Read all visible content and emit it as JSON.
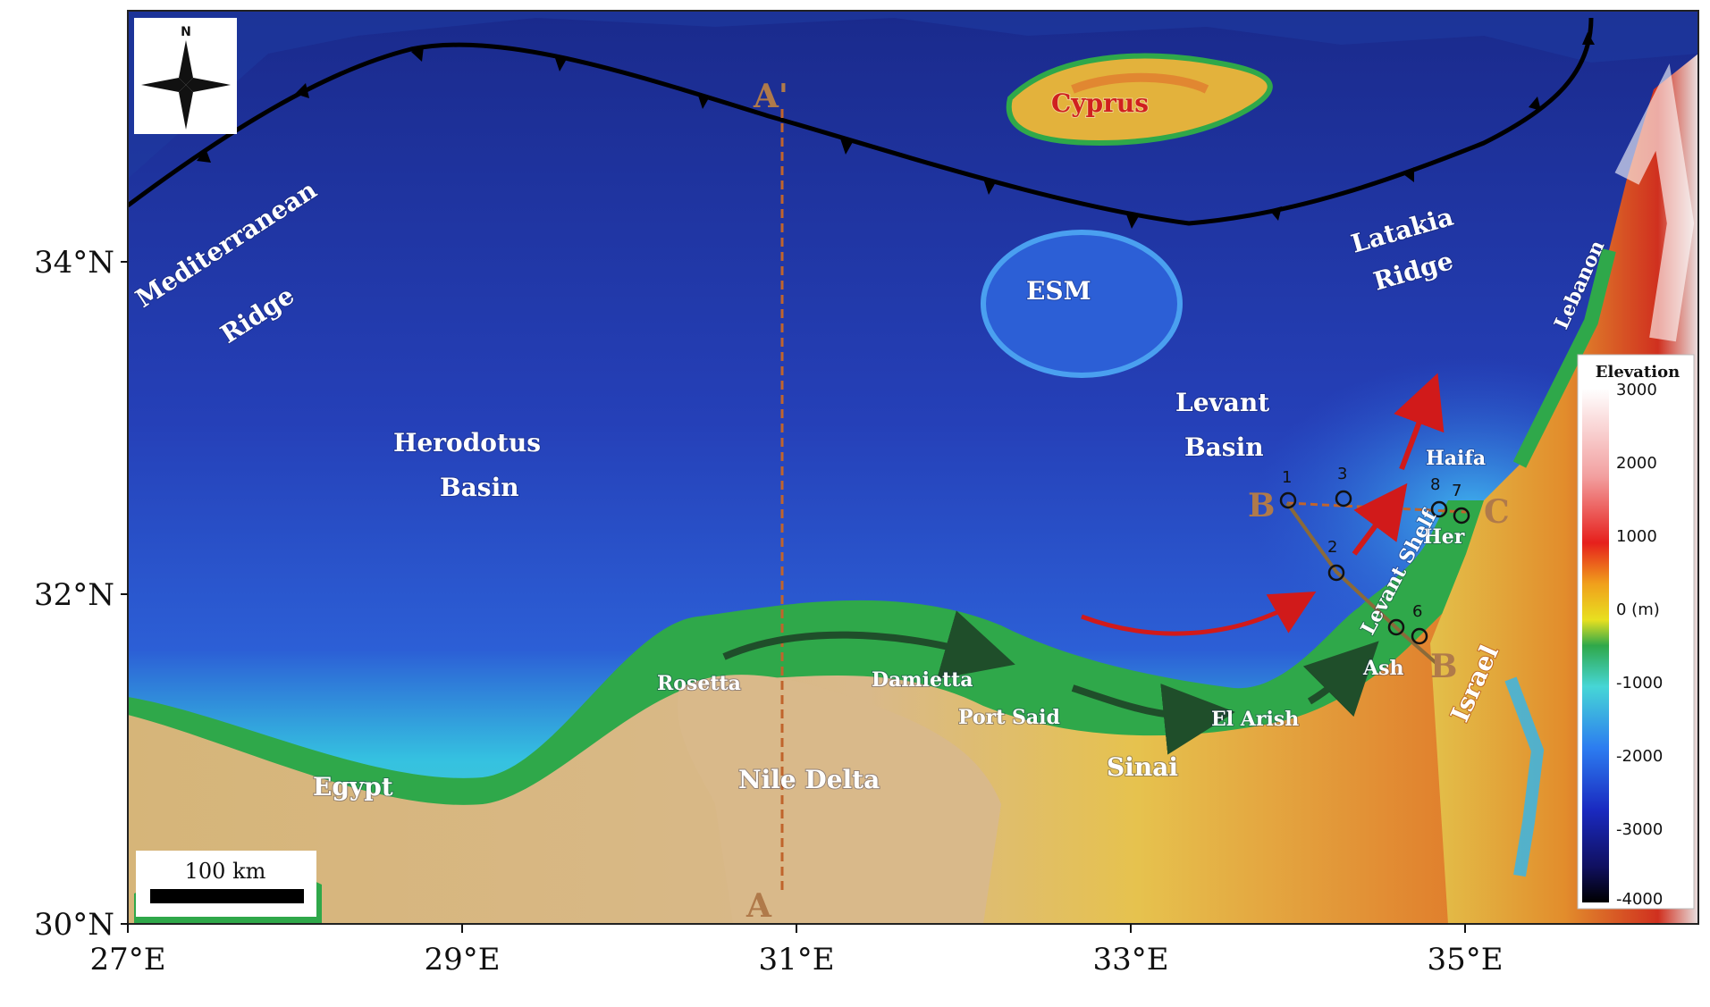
{
  "axes": {
    "x_ticks": [
      "27°E",
      "29°E",
      "31°E",
      "33°E",
      "35°E"
    ],
    "y_ticks": [
      "34°N",
      "32°N",
      "30°N"
    ]
  },
  "labels": {
    "cyprus": "Cyprus",
    "mediterranean": "Mediterranean",
    "ridge": "Ridge",
    "esm": "ESM",
    "latakia": "Latakia",
    "latakia_ridge": "Ridge",
    "lebanon": "Lebanon",
    "herodotus": "Herodotus",
    "herodotus_basin": "Basin",
    "levant": "Levant",
    "levant_basin": "Basin",
    "haifa": "Haifa",
    "her": "Her",
    "levant_shelf": "Levant Shelf",
    "ash": "Ash",
    "israel": "Israel",
    "rosetta": "Rosetta",
    "damietta": "Damietta",
    "port_said": "Port Said",
    "el_arish": "El Arish",
    "sinai": "Sinai",
    "egypt": "Egypt",
    "nile_delta": "Nile Delta"
  },
  "profile_labels": {
    "a": "A",
    "a_prime": "A'",
    "b": "B",
    "b_prime": "B",
    "c": "C"
  },
  "sites": [
    "1",
    "2",
    "3",
    "6",
    "7",
    "8"
  ],
  "scale_bar": {
    "label": "100 km"
  },
  "north_arrow": {
    "label": "N"
  },
  "legend": {
    "title": "Elevation",
    "ticks": [
      "3000",
      "2000",
      "1000",
      "0 (m)",
      "-1000",
      "-2000",
      "-3000",
      "-4000"
    ]
  },
  "colors": {
    "deep_sea": "#1a2a8c",
    "sea": "#2c5fd6",
    "shelf": "#35c1e0",
    "coast": "#2fa84a",
    "land_low": "#d6b579",
    "land_high": "#e07a2a",
    "current_arrow": "#d11a1a",
    "shelf_arrow": "#1f4e2a",
    "profile_line": "#c0642c",
    "subduction": "#000000"
  }
}
